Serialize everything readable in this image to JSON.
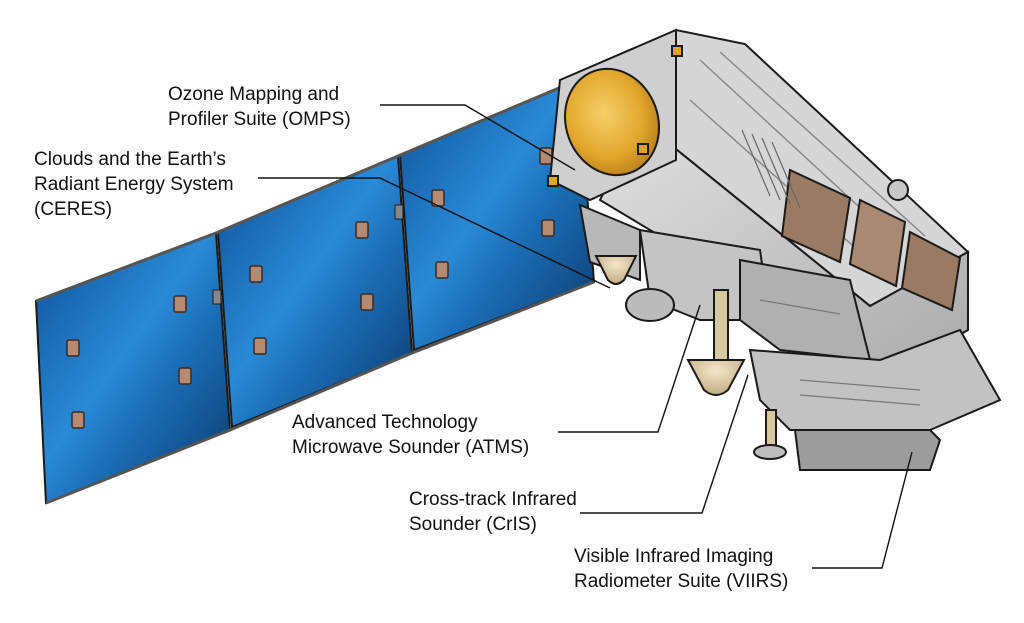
{
  "labels": {
    "omps": {
      "line1": "Ozone Mapping and",
      "line2": "Profiler Suite (OMPS)"
    },
    "ceres": {
      "line1": "Clouds and the Earth’s",
      "line2": "Radiant Energy System",
      "line3": "(CERES)"
    },
    "atms": {
      "line1": "Advanced Technology",
      "line2": "Microwave Sounder (ATMS)"
    },
    "cris": {
      "line1": "Cross-track Infrared",
      "line2": "Sounder (CrIS)"
    },
    "viirs": {
      "line1": "Visible Infrared Imaging",
      "line2": "Radiometer Suite (VIIRS)"
    }
  },
  "colors": {
    "panel_blue": "#1c6fb8",
    "panel_dark": "#0d3f78",
    "body_gray": "#c9c9c9",
    "aperture_gold": "#e0a62a",
    "outline": "#1a1a1a"
  }
}
